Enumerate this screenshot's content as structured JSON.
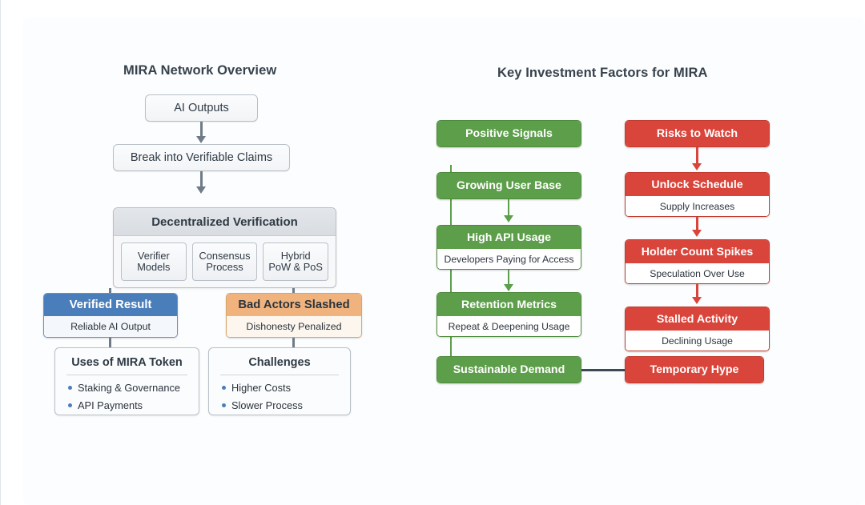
{
  "left_panel": {
    "title": "MIRA Network Overview",
    "nodes": {
      "ai_outputs": "AI Outputs",
      "break_claims": "Break into Verifiable Claims",
      "verification_header": "Decentralized Verification",
      "verification_items": [
        {
          "line1": "Verifier",
          "line2": "Models"
        },
        {
          "line1": "Consensus",
          "line2": "Process"
        },
        {
          "line1": "Hybrid",
          "line2": "PoW & PoS"
        }
      ],
      "verified_result": {
        "header": "Verified Result",
        "sub": "Reliable AI Output"
      },
      "bad_actors": {
        "header": "Bad Actors Slashed",
        "sub": "Dishonesty Penalized"
      }
    },
    "cards": [
      {
        "title": "Uses of MIRA Token",
        "items": [
          "Staking & Governance",
          "API Payments"
        ]
      },
      {
        "title": "Challenges",
        "items": [
          "Higher Costs",
          "Slower Process"
        ]
      }
    ]
  },
  "right_panel": {
    "title": "Key Investment Factors for MIRA",
    "positive_column": [
      {
        "header": "Positive Signals",
        "sub": null
      },
      {
        "header": "Growing User Base",
        "sub": null
      },
      {
        "header": "High API Usage",
        "sub": "Developers Paying for Access"
      },
      {
        "header": "Retention Metrics",
        "sub": "Repeat & Deepening Usage"
      },
      {
        "header": "Sustainable Demand",
        "sub": null
      }
    ],
    "risk_column": [
      {
        "header": "Risks to Watch",
        "sub": null
      },
      {
        "header": "Unlock Schedule",
        "sub": "Supply Increases"
      },
      {
        "header": "Holder Count Spikes",
        "sub": "Speculation Over Use"
      },
      {
        "header": "Stalled Activity",
        "sub": "Declining Usage"
      },
      {
        "header": "Temporary Hype",
        "sub": null
      }
    ]
  },
  "colors": {
    "green": "#5d9e4a",
    "red": "#d9453b",
    "blue": "#4a7ebb",
    "orange": "#f0b37e",
    "text_dark": "#37424d",
    "connector_gray": "#6f7c87",
    "connector_navy": "#3c4a58",
    "bullet_blue": "#4a7ebb"
  }
}
